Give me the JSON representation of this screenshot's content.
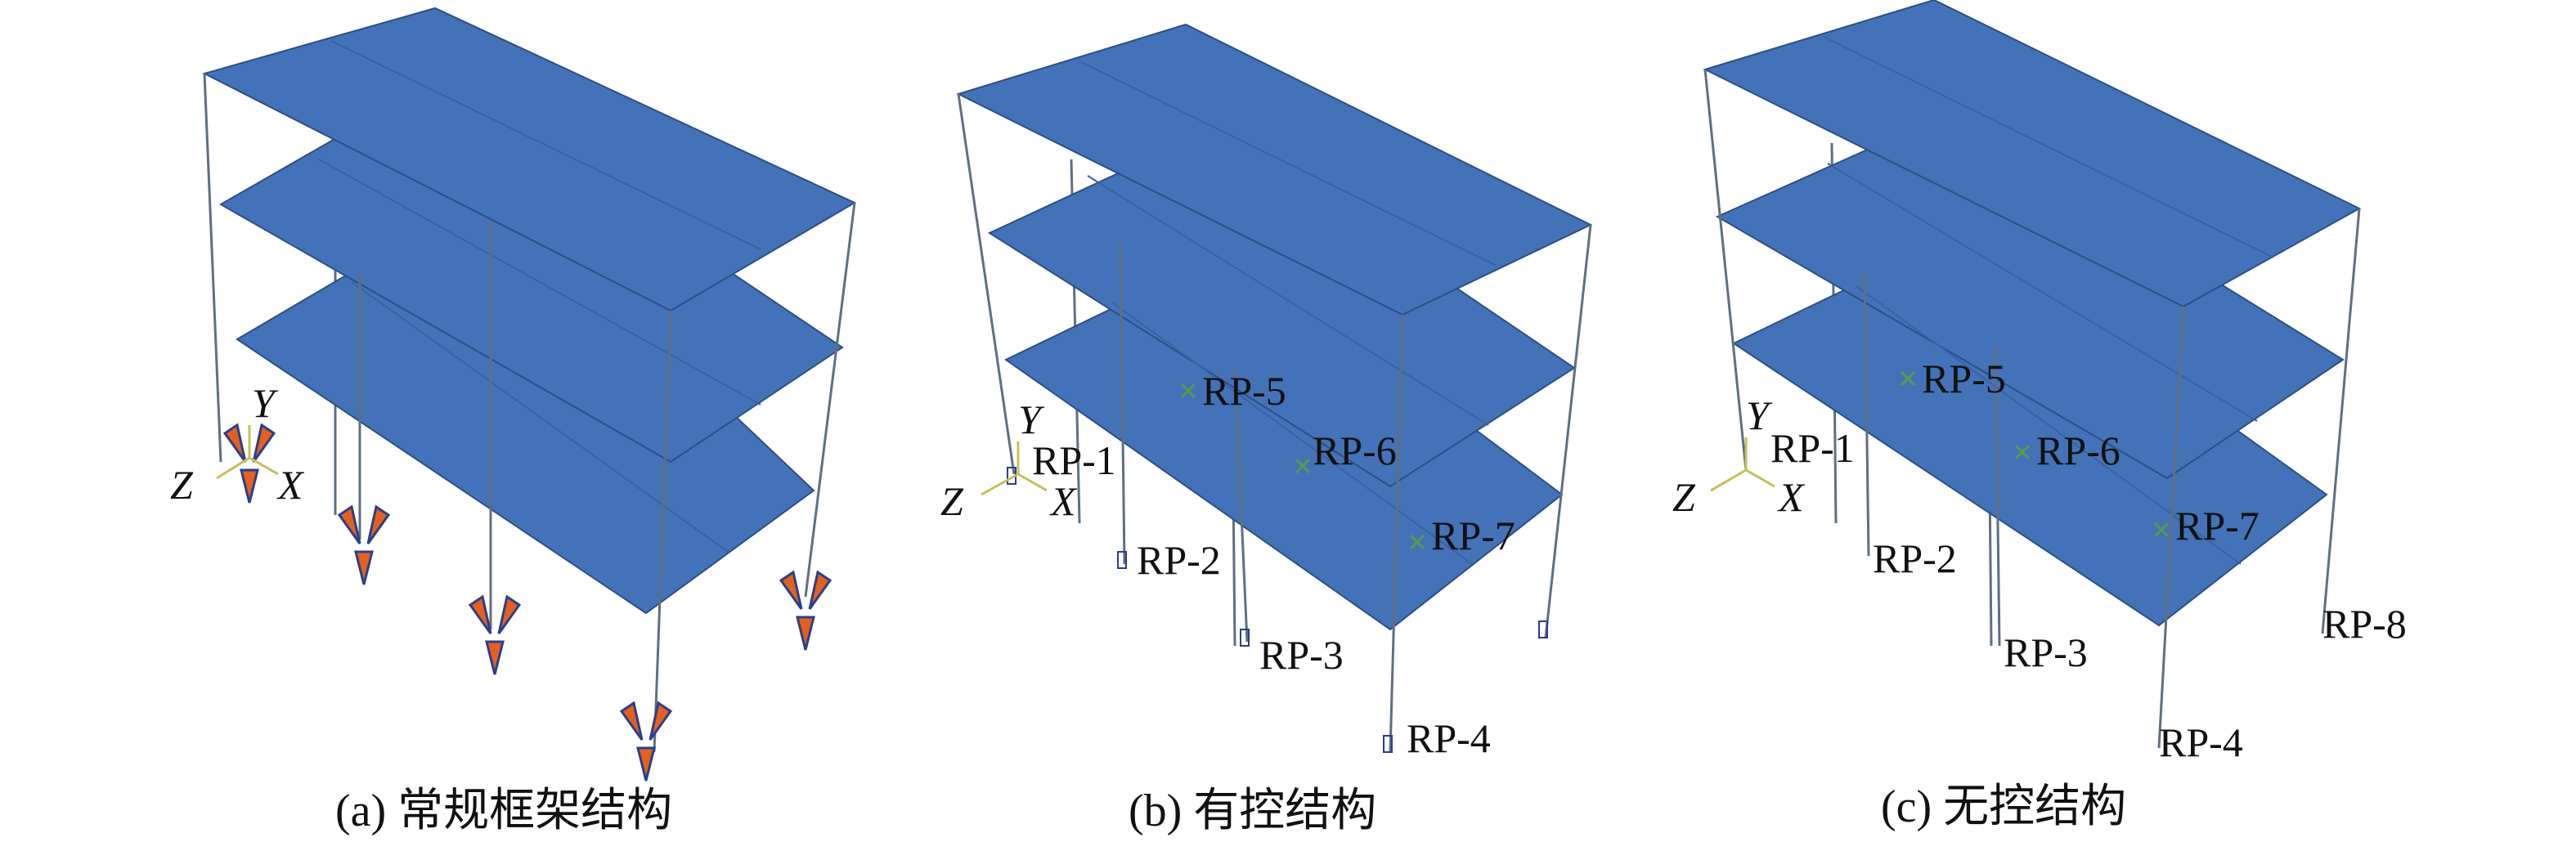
{
  "colors": {
    "slab": "#4472b8",
    "slab_edge": "#2d4f86",
    "column": "#5f6f82",
    "support_fill": "#e5601c",
    "support_wire": "#2a3f8c",
    "marker": "#5a9a4a",
    "axis": "#c7bf58"
  },
  "panels": [
    {
      "caption": "(a) 常规框架结构",
      "axes": {
        "y": "Y",
        "z": "Z",
        "x": "X"
      },
      "labels": {}
    },
    {
      "caption": "(b) 有控结构",
      "axes": {
        "y": "Y",
        "z": "Z",
        "x": "X"
      },
      "labels": {
        "rp1": "RP-1",
        "rp2": "RP-2",
        "rp3": "RP-3",
        "rp4": "RP-4",
        "rp5": "RP-5",
        "rp6": "RP-6",
        "rp7": "RP-7"
      }
    },
    {
      "caption": "(c) 无控结构",
      "axes": {
        "y": "Y",
        "z": "Z",
        "x": "X"
      },
      "labels": {
        "rp1": "RP-1",
        "rp2": "RP-2",
        "rp3": "RP-3",
        "rp4": "RP-4",
        "rp5": "RP-5",
        "rp6": "RP-6",
        "rp7": "RP-7",
        "rp8": "RP-8"
      }
    }
  ]
}
